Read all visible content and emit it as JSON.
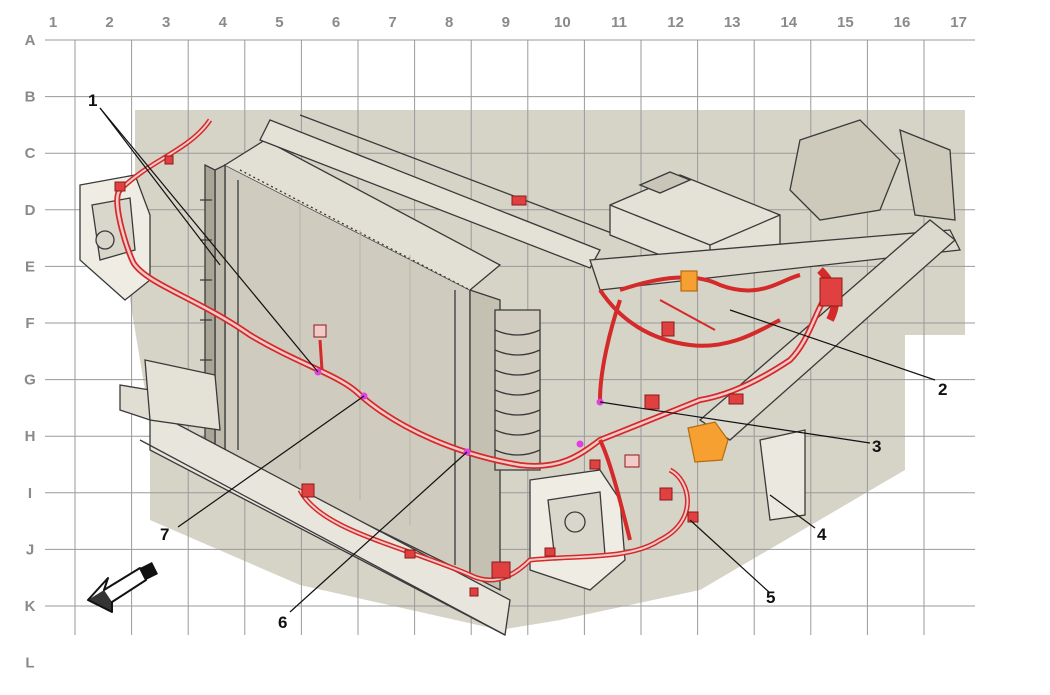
{
  "grid": {
    "columns": [
      "1",
      "2",
      "3",
      "4",
      "5",
      "6",
      "7",
      "8",
      "9",
      "10",
      "11",
      "12",
      "13",
      "14",
      "15",
      "16",
      "17"
    ],
    "rows": [
      "A",
      "B",
      "C",
      "D",
      "E",
      "F",
      "G",
      "H",
      "I",
      "J",
      "K",
      "L"
    ]
  },
  "callouts": [
    {
      "id": "1",
      "label": "1"
    },
    {
      "id": "2",
      "label": "2"
    },
    {
      "id": "3",
      "label": "3"
    },
    {
      "id": "4",
      "label": "4"
    },
    {
      "id": "5",
      "label": "5"
    },
    {
      "id": "6",
      "label": "6"
    },
    {
      "id": "7",
      "label": "7"
    }
  ],
  "colors": {
    "background_panel": "#d6d3c7",
    "harness": "#d42a2a",
    "harness_fill": "#f3c9c9",
    "connector_highlight": "#f5a030",
    "ground_point": "#e040e0",
    "grid_line": "#9a9a9a",
    "outline": "#3a3a3a"
  },
  "icons": [
    "front-direction-arrow-icon"
  ]
}
